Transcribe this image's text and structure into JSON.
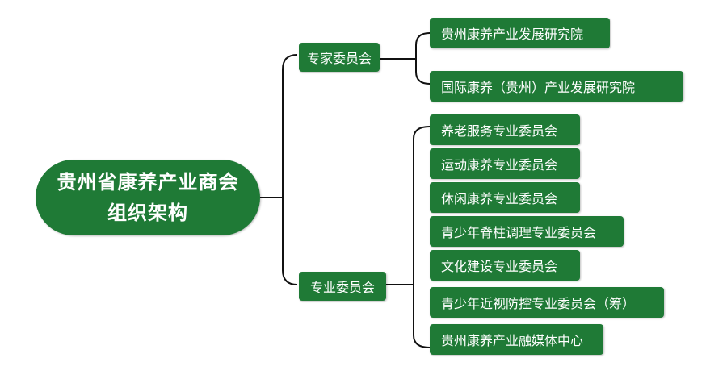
{
  "root": {
    "line1": "贵州省康养产业商会",
    "line2": "组织架构"
  },
  "branches": [
    {
      "label": "专家委员会",
      "children": [
        "贵州康养产业发展研究院",
        "国际康养（贵州）产业发展研究院"
      ]
    },
    {
      "label": "专业委员会",
      "children": [
        "养老服务专业委员会",
        "运动康养专业委员会",
        "休闲康养专业委员会",
        "青少年脊柱调理专业委员会",
        "文化建设专业委员会",
        "青少年近视防控专业委员会（筹）",
        "贵州康养产业融媒体中心"
      ]
    }
  ],
  "colors": {
    "node_fill": "#1f7a36",
    "node_text": "#ffffff",
    "line": "#111111"
  }
}
